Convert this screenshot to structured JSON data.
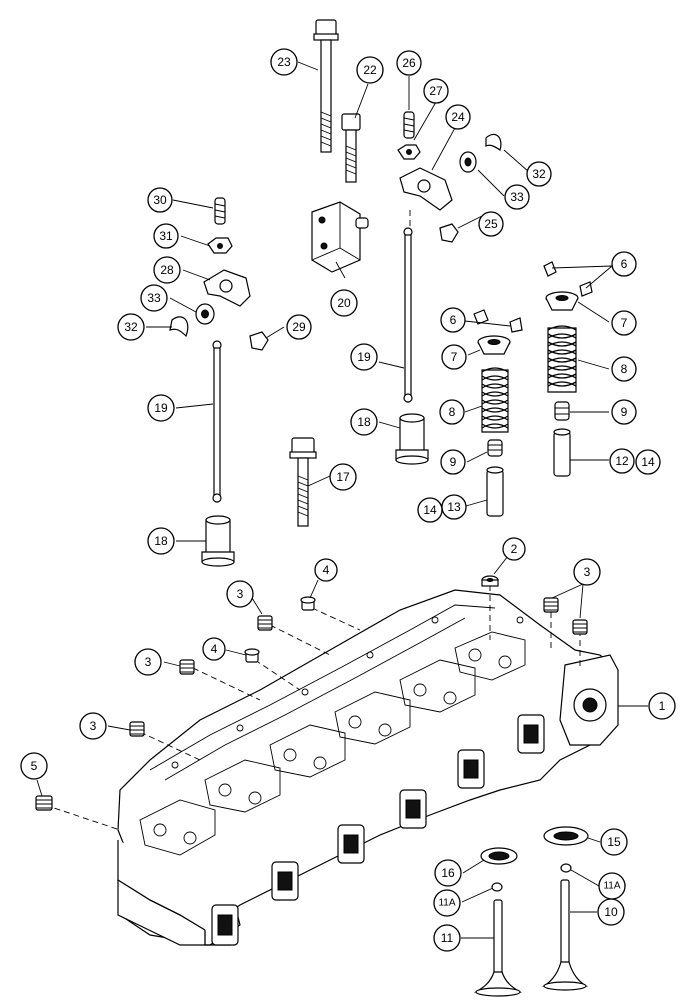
{
  "diagram": {
    "callouts": [
      {
        "id": "c1",
        "label": "1"
      },
      {
        "id": "c2",
        "label": "2"
      },
      {
        "id": "c3a",
        "label": "3"
      },
      {
        "id": "c3b",
        "label": "3"
      },
      {
        "id": "c3c",
        "label": "3"
      },
      {
        "id": "c3d",
        "label": "3"
      },
      {
        "id": "c4a",
        "label": "4"
      },
      {
        "id": "c4b",
        "label": "4"
      },
      {
        "id": "c5",
        "label": "5"
      },
      {
        "id": "c6a",
        "label": "6"
      },
      {
        "id": "c6b",
        "label": "6"
      },
      {
        "id": "c7a",
        "label": "7"
      },
      {
        "id": "c7b",
        "label": "7"
      },
      {
        "id": "c8a",
        "label": "8"
      },
      {
        "id": "c8b",
        "label": "8"
      },
      {
        "id": "c9a",
        "label": "9"
      },
      {
        "id": "c9b",
        "label": "9"
      },
      {
        "id": "c10",
        "label": "10"
      },
      {
        "id": "c11",
        "label": "11"
      },
      {
        "id": "c11Aa",
        "label": "11A"
      },
      {
        "id": "c11Ab",
        "label": "11A"
      },
      {
        "id": "c12",
        "label": "12"
      },
      {
        "id": "c13",
        "label": "13"
      },
      {
        "id": "c14a",
        "label": "14"
      },
      {
        "id": "c14b",
        "label": "14"
      },
      {
        "id": "c15",
        "label": "15"
      },
      {
        "id": "c16",
        "label": "16"
      },
      {
        "id": "c17",
        "label": "17"
      },
      {
        "id": "c18a",
        "label": "18"
      },
      {
        "id": "c18b",
        "label": "18"
      },
      {
        "id": "c19a",
        "label": "19"
      },
      {
        "id": "c19b",
        "label": "19"
      },
      {
        "id": "c20",
        "label": "20"
      },
      {
        "id": "c22",
        "label": "22"
      },
      {
        "id": "c23",
        "label": "23"
      },
      {
        "id": "c24",
        "label": "24"
      },
      {
        "id": "c25",
        "label": "25"
      },
      {
        "id": "c26",
        "label": "26"
      },
      {
        "id": "c27",
        "label": "27"
      },
      {
        "id": "c28",
        "label": "28"
      },
      {
        "id": "c29",
        "label": "29"
      },
      {
        "id": "c30",
        "label": "30"
      },
      {
        "id": "c31",
        "label": "31"
      },
      {
        "id": "c32a",
        "label": "32"
      },
      {
        "id": "c32b",
        "label": "32"
      },
      {
        "id": "c33a",
        "label": "33"
      },
      {
        "id": "c33b",
        "label": "33"
      }
    ]
  }
}
